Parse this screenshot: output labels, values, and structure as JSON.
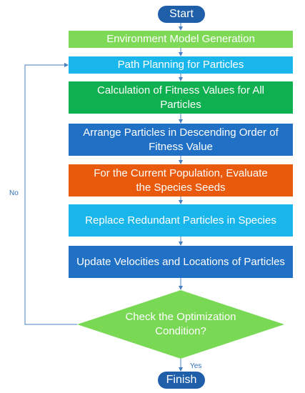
{
  "diagram": {
    "nodes": {
      "start": {
        "label": "Start",
        "color": "#1f5ea8"
      },
      "env": {
        "label": "Environment Model Generation",
        "color": "#7ed957"
      },
      "path": {
        "label": "Path Planning for Particles",
        "color": "#19b6ec"
      },
      "fitness": {
        "label": "Calculation of Fitness Values for All Particles",
        "color": "#0fb04f"
      },
      "arrange": {
        "label": "Arrange Particles in Descending Order of Fitness Value",
        "color": "#2070c6"
      },
      "species": {
        "label": "For the Current Population, Evaluate the Species Seeds",
        "color": "#ea5a0c"
      },
      "replace": {
        "label": "Replace Redundant Particles in Species",
        "color": "#19b6ec"
      },
      "update": {
        "label": "Update Velocities and Locations of Particles",
        "color": "#2070c6"
      },
      "check": {
        "label": "Check the Optimization Condition?",
        "color": "#79d854"
      },
      "finish": {
        "label": "Finish",
        "color": "#1f5ea8"
      }
    },
    "edges": {
      "no_label": "No",
      "yes_label": "Yes",
      "color": "#4a7fc0"
    }
  }
}
